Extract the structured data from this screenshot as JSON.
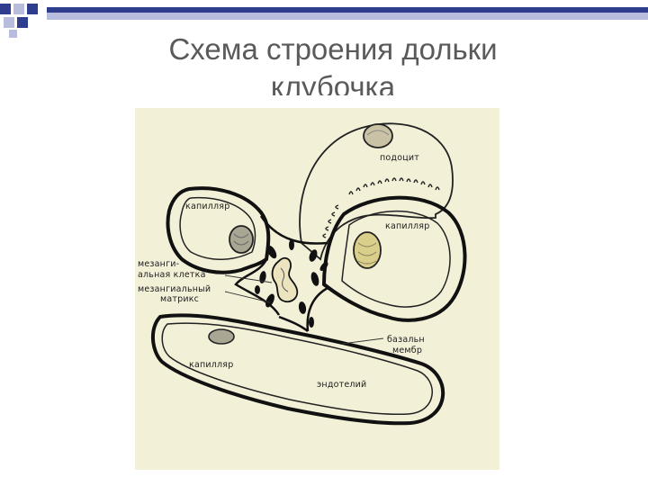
{
  "slide": {
    "title_line1": "Схема строения дольки",
    "title_line2": "клубочка",
    "accent_dark": "#2f3d8f",
    "accent_light": "#b9bddd",
    "title_color": "#5a5a5a"
  },
  "diagram": {
    "background": "#f3f0d8",
    "labels": {
      "podocyte": "подоцит",
      "capillary_left": "капилляр",
      "capillary_right": "капилляр",
      "capillary_bottom": "капилляр",
      "mesangial_cell_1": "мезанги-",
      "mesangial_cell_2": "альная клетка",
      "mesangial_matrix_1": "мезангиальный",
      "mesangial_matrix_2": "матрикс",
      "basement_membrane_1": "базальн",
      "basement_membrane_2": "мембр",
      "endothelium": "эндотелий"
    }
  }
}
